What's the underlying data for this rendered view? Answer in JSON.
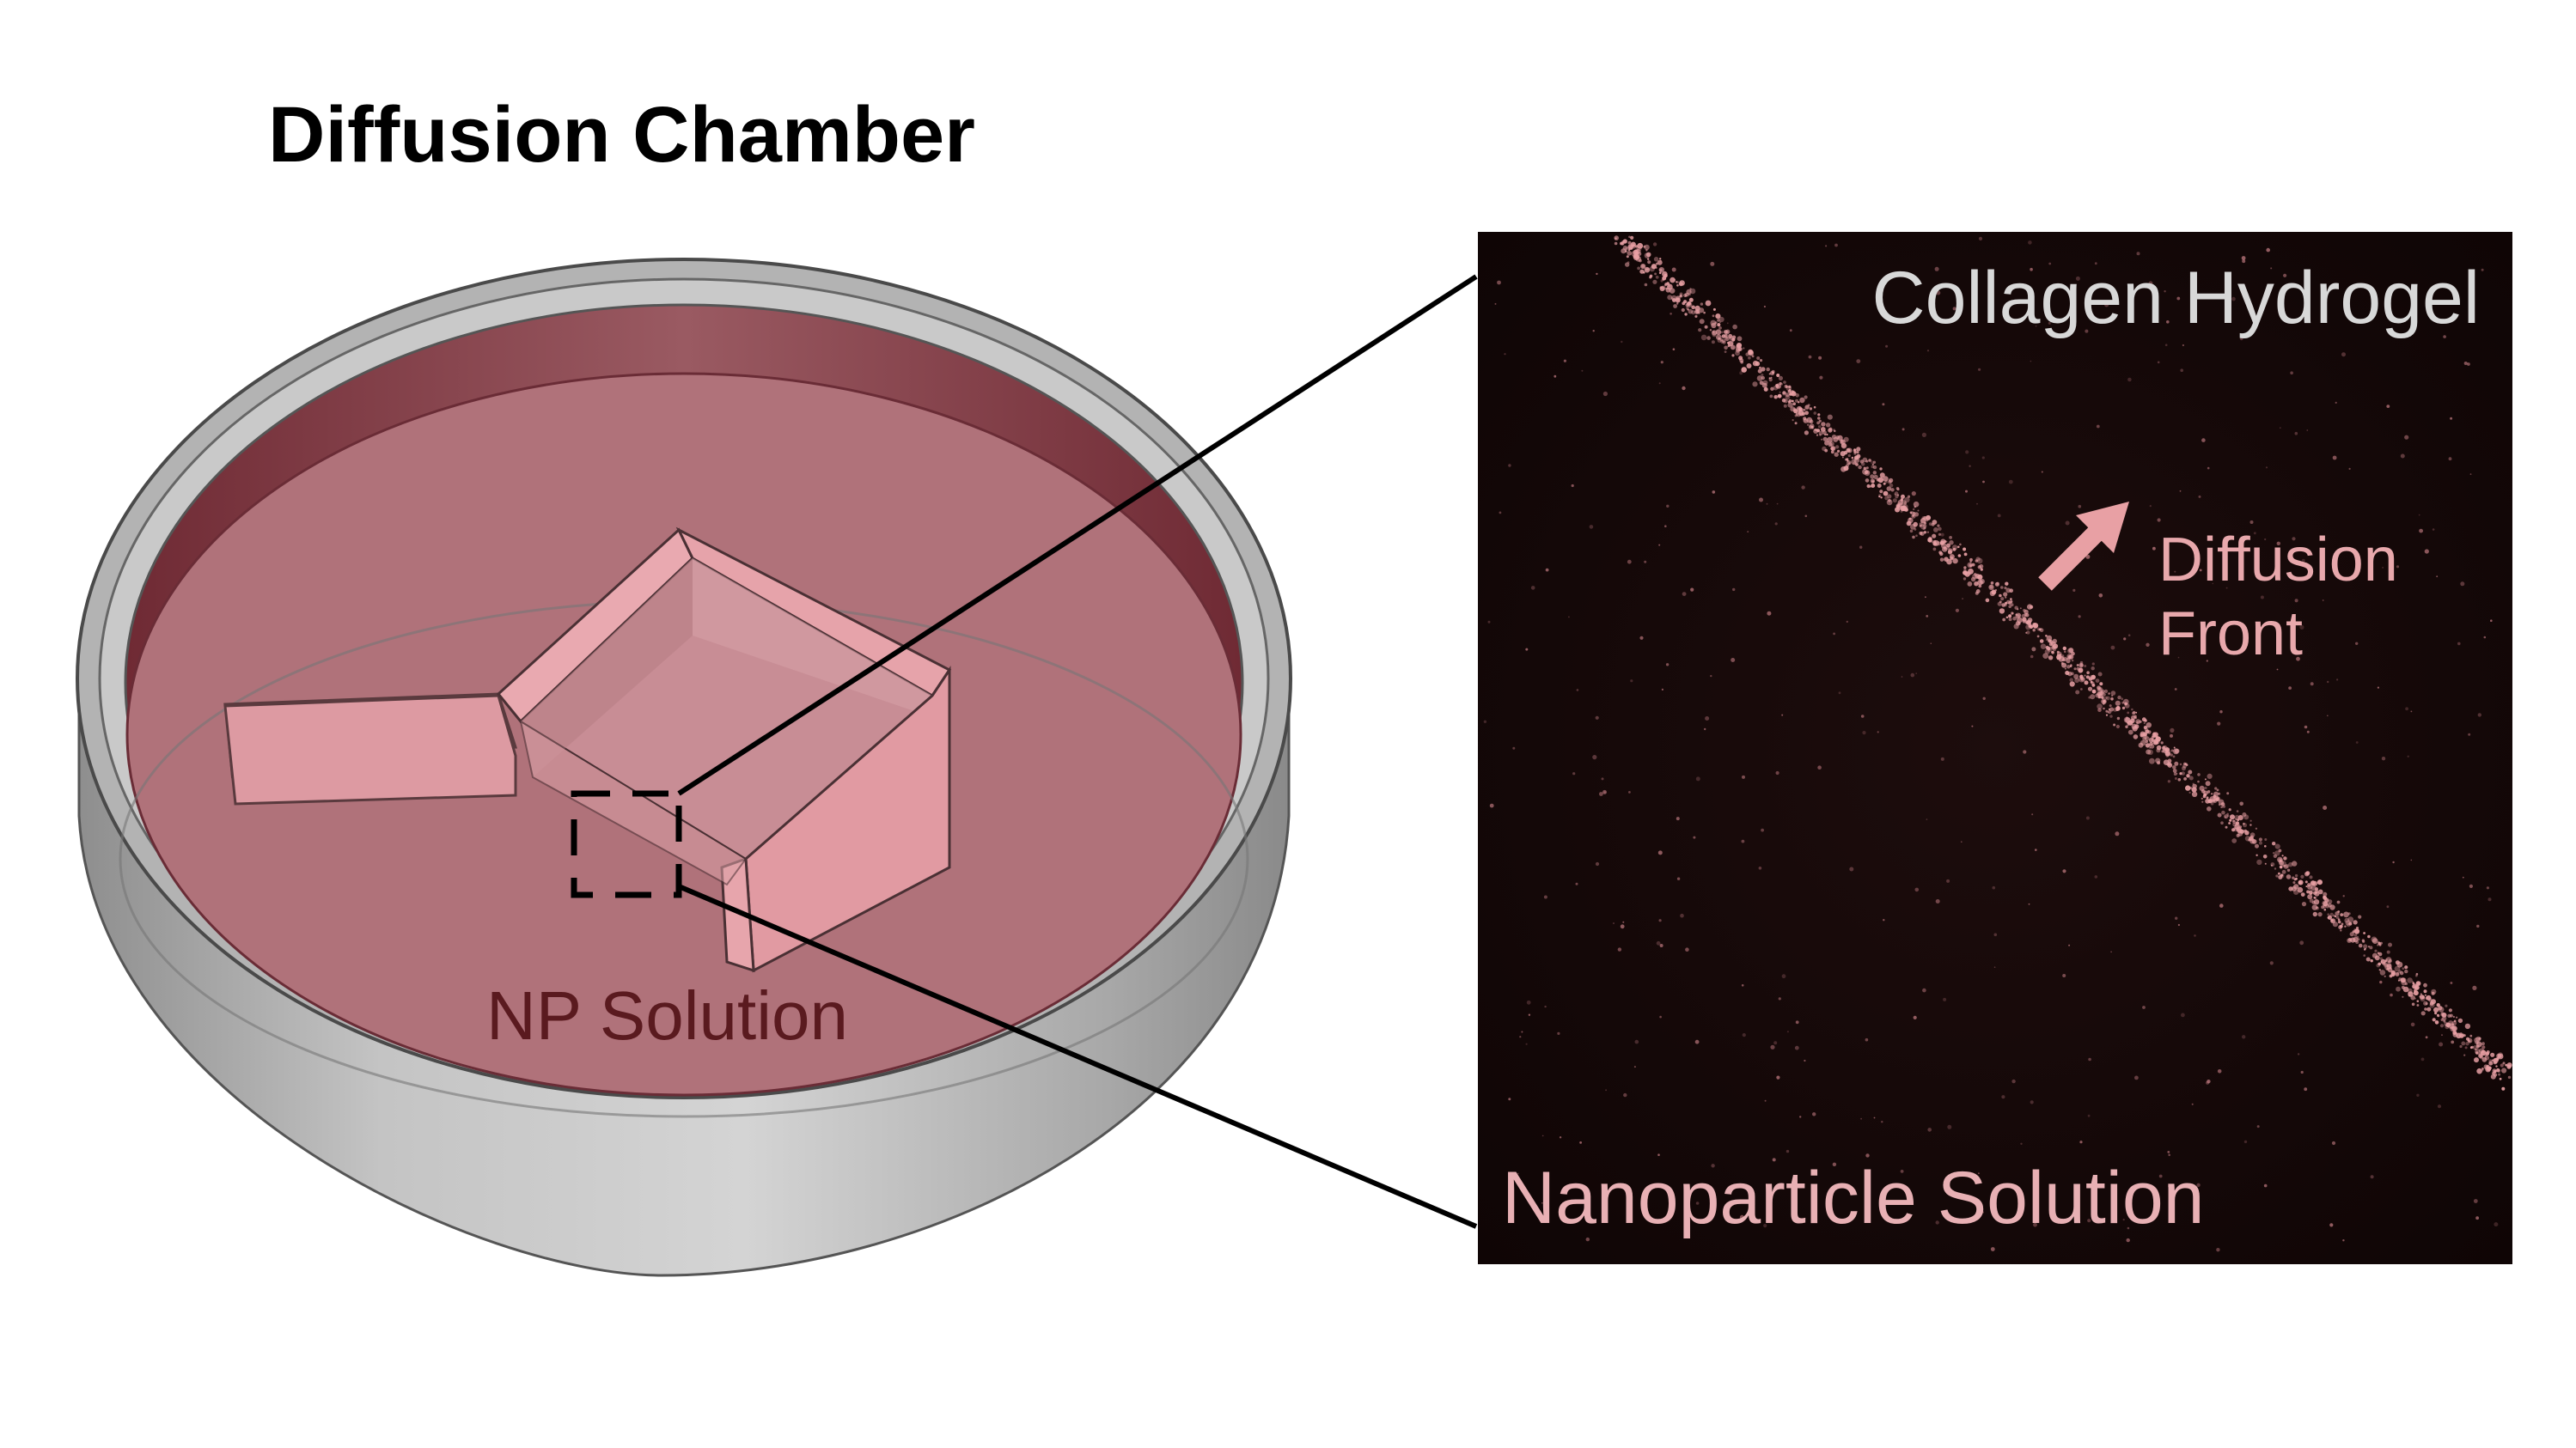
{
  "title": "Diffusion Chamber",
  "chamber": {
    "solution_label": "NP Solution"
  },
  "micrograph": {
    "top_label": "Collagen Hydrogel",
    "bottom_label": "Nanoparticle Solution",
    "front_label_line1": "Diffusion",
    "front_label_line2": "Front"
  },
  "colors": {
    "solution_fill": "#b0727a",
    "dish_wall": "#b8b8b8",
    "insert_fill": "#e7a3aa",
    "micrograph_bg": "#140808",
    "front_color": "#e8a0a4"
  }
}
